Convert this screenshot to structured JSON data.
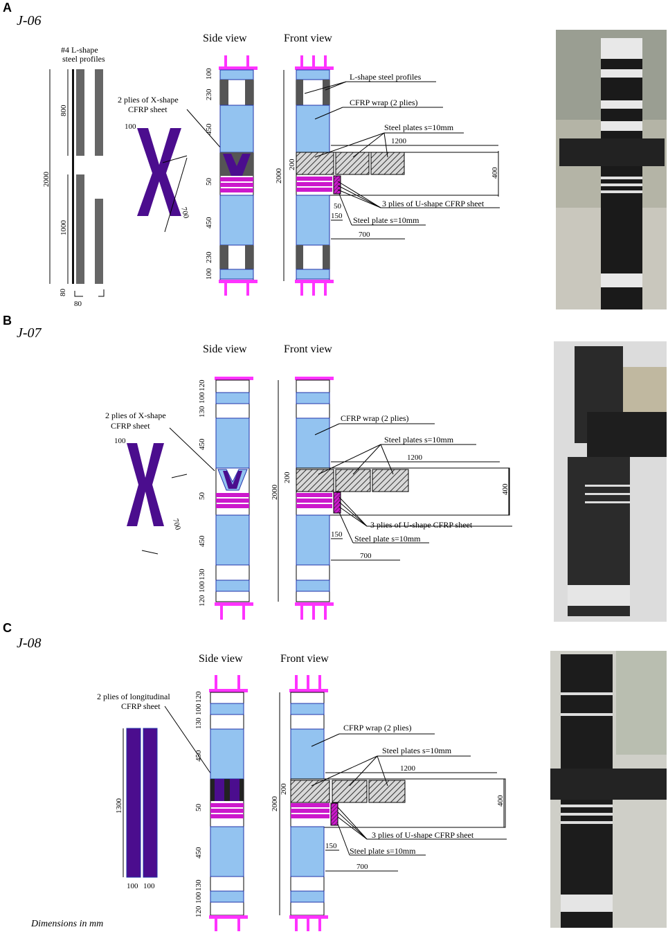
{
  "colors": {
    "cfrp_wrap": "#93c3f0",
    "x_sheet": "#4b0d8e",
    "u_sheet": "#cc18cc",
    "steel_profile": "#555555",
    "bar": "#ff33ff",
    "plate_hatch": "#444444"
  },
  "footer": "Dimensions in mm",
  "panels": [
    {
      "letter": "A",
      "id": "J-06",
      "side_view": "Side view",
      "front_view": "Front view",
      "steel_label_1": "#4 L-shape",
      "steel_label_2": "steel profiles",
      "sheet_label_1": "2 plies of X-shape",
      "sheet_label_2": "CFRP sheet",
      "sheet_dim_width": "100",
      "sheet_dim_length": "700",
      "profile_dims": [
        "800",
        "2000",
        "1000",
        "80",
        "80"
      ],
      "side_dims": [
        "100",
        "230",
        "450",
        "50",
        "450",
        "230",
        "100"
      ],
      "front_labels": {
        "profiles": "L-shape steel profiles",
        "wrap": "CFRP wrap (2 plies)",
        "plates": "Steel plates s=10mm",
        "u_sheet": "3 plies of U-shape CFRP sheet",
        "plate": "Steel plate s=10mm"
      },
      "front_dims": [
        "1200",
        "200",
        "400",
        "2000",
        "50",
        "150",
        "700"
      ]
    },
    {
      "letter": "B",
      "id": "J-07",
      "side_view": "Side view",
      "front_view": "Front view",
      "sheet_label_1": "2 plies of X-shape",
      "sheet_label_2": "CFRP sheet",
      "sheet_dim_width": "100",
      "sheet_dim_length": "700",
      "side_dims_top": [
        "120",
        "100",
        "130"
      ],
      "side_dims": [
        "450",
        "50",
        "450"
      ],
      "side_dims_bottom": [
        "130",
        "100",
        "120"
      ],
      "front_labels": {
        "wrap": "CFRP wrap (2 plies)",
        "plates": "Steel plates s=10mm",
        "u_sheet": "3 plies of U-shape CFRP sheet",
        "plate": "Steel plate s=10mm"
      },
      "front_dims": [
        "1200",
        "200",
        "400",
        "2000",
        "150",
        "700"
      ]
    },
    {
      "letter": "C",
      "id": "J-08",
      "side_view": "Side view",
      "front_view": "Front view",
      "sheet_label_1": "2 plies of longitudinal",
      "sheet_label_2": "CFRP sheet",
      "sheet_dim_length": "1300",
      "sheet_dim_w1": "100",
      "sheet_dim_w2": "100",
      "side_dims_top": [
        "120",
        "100",
        "130"
      ],
      "side_dims": [
        "450",
        "50",
        "450"
      ],
      "side_dims_bottom": [
        "130",
        "100",
        "120"
      ],
      "front_labels": {
        "wrap": "CFRP wrap (2 plies)",
        "plates": "Steel plates s=10mm",
        "u_sheet": "3 plies of U-shape CFRP sheet",
        "plate": "Steel plate s=10mm"
      },
      "front_dims": [
        "1200",
        "200",
        "400",
        "2000",
        "150",
        "700"
      ]
    }
  ]
}
